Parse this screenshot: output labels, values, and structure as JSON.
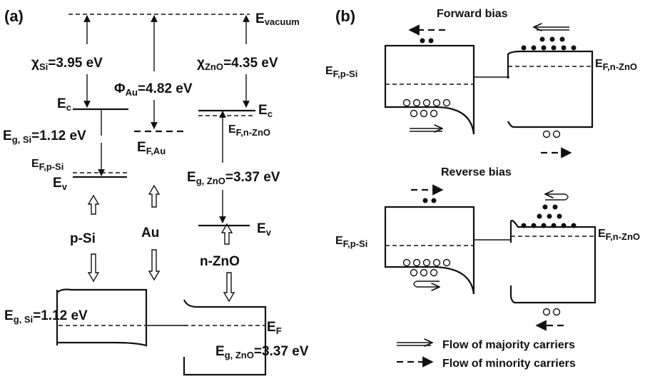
{
  "panel_a": {
    "label": "(a)",
    "vacuum_sub": "vacuum",
    "chi_si_symbol": "χ",
    "chi_si_sub": "Si",
    "chi_si_value": "=3.95 eV",
    "phi_au_symbol": "Φ",
    "phi_au_sub": "Au",
    "phi_au_value": "=4.82 eV",
    "chi_zno_symbol": "χ",
    "chi_zno_sub": "ZnO",
    "chi_zno_value": "=4.35 eV",
    "ec_sub": "c",
    "ev_sub": "v",
    "ef_psi_sub": "F,p-Si",
    "ef_au_sub": "F,Au",
    "ef_nzno_sub": "F,n-ZnO",
    "ef_plain_sub": "F",
    "eg_si_sub": "g, Si",
    "eg_si_value": "=1.12 eV",
    "eg_zno_sub": "g, ZnO",
    "eg_zno_value": "=3.37 eV",
    "material_psi": "p-Si",
    "material_au": "Au",
    "material_nzno": "n-ZnO"
  },
  "panel_b": {
    "label": "(b)",
    "forward_title": "Forward bias",
    "reverse_title": "Reverse bias",
    "ef_psi_sub": "F,p-Si",
    "ef_nzno_sub": "F,n-ZnO",
    "legend_majority": "Flow of majority carriers",
    "legend_minority": "Flow of minority carriers"
  }
}
